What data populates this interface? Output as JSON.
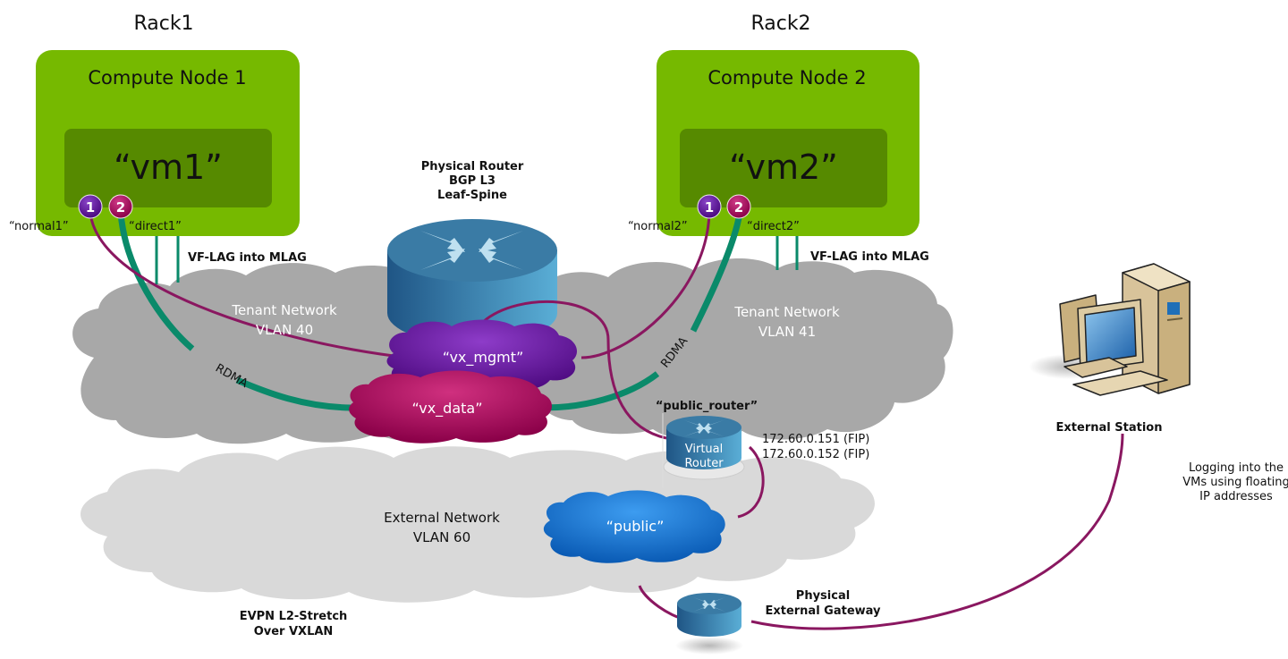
{
  "racks": [
    {
      "label": "Rack1"
    },
    {
      "label": "Rack2"
    }
  ],
  "compute_nodes": [
    {
      "title": "Compute Node 1",
      "vm": "“vm1”",
      "ports": [
        {
          "num": "1",
          "name": "“normal1”"
        },
        {
          "num": "2",
          "name": "“direct1”"
        }
      ],
      "lag_label": "VF-LAG into MLAG"
    },
    {
      "title": "Compute Node 2",
      "vm": "“vm2”",
      "ports": [
        {
          "num": "1",
          "name": "“normal2”"
        },
        {
          "num": "2",
          "name": "“direct2”"
        }
      ],
      "lag_label": "VF-LAG into MLAG"
    }
  ],
  "physical_router": {
    "lines": [
      "Physical Router",
      "BGP L3",
      "Leaf-Spine"
    ]
  },
  "tenant_networks": [
    {
      "lines": [
        "Tenant Network",
        "VLAN 40"
      ]
    },
    {
      "lines": [
        "Tenant Network",
        "VLAN 41"
      ]
    }
  ],
  "rdma_label": "RDMA",
  "vx_networks": {
    "mgmt": "“vx_mgmt”",
    "data": "“vx_data”"
  },
  "virtual_router": {
    "name": "“public_router”",
    "lines": [
      "Virtual",
      "Router"
    ],
    "fips": [
      "172.60.0.151 (FIP)",
      "172.60.0.152 (FIP)"
    ]
  },
  "external_network": {
    "lines": [
      "External Network",
      "VLAN 60"
    ]
  },
  "public_network": "“public”",
  "evpn": {
    "lines": [
      "EVPN L2-Stretch",
      "Over VXLAN"
    ]
  },
  "gateway": {
    "lines": [
      "Physical",
      "External Gateway"
    ]
  },
  "external_station": {
    "label": "External Station"
  },
  "login_note": {
    "lines": [
      "Logging into the",
      "VMs using floating",
      "IP addresses"
    ]
  },
  "colors": {
    "node_green": "#76b900",
    "vm_green": "#568a00",
    "port1_purple": "#5b1591",
    "port2_magenta": "#a0105e",
    "link_maroon": "#8a1760",
    "link_teal": "#0a8a6a",
    "tenant_gray": "#a8a8a8",
    "external_gray": "#d9d9d9",
    "vx_mgmt": "#5f0f96",
    "vx_data": "#a2085c",
    "public_blue": "#1c72d0",
    "router_blue": "#2f6d98"
  }
}
